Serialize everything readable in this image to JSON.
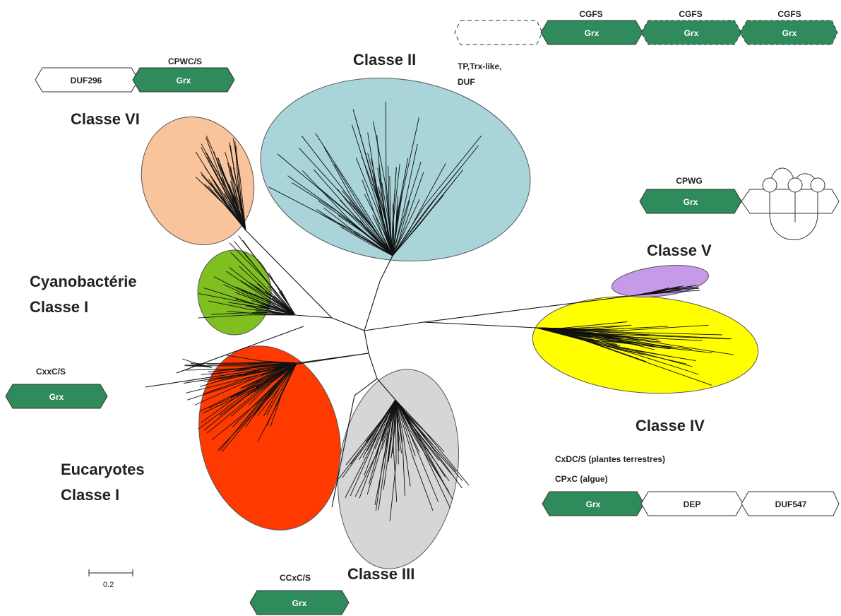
{
  "colors": {
    "grx_domain": "#2f8a5c",
    "class_I_eukaryotes": "#ff3a00",
    "class_I_cyanobacteria": "#7fbf1f",
    "class_II": "#a9d4da",
    "class_III": "#d6d6d6",
    "class_IV": "#ffff00",
    "class_V": "#c59ae8",
    "class_VI": "#f9c49b"
  },
  "classes": {
    "classe_ii": "Classe II",
    "classe_vi": "Classe VI",
    "classe_v": "Classe V",
    "classe_iv": "Classe IV",
    "classe_iii": "Classe III",
    "cyano_line1": "Cyanobactérie",
    "cyano_line2": "Classe I",
    "euk_line1": "Eucaryotes",
    "euk_line2": "Classe I"
  },
  "architectures": {
    "classe_vi": {
      "motif": "CPWC/S",
      "domains": [
        "DUF296",
        "Grx"
      ]
    },
    "classe_ii": {
      "motifs": [
        "CGFS",
        "CGFS",
        "CGFS"
      ],
      "domains": [
        "Grx",
        "Grx",
        "Grx"
      ],
      "extension_label_line1": "TP,Trx-like,",
      "extension_label_line2": "DUF"
    },
    "classe_v": {
      "motif": "CPWG",
      "domains": [
        "Grx"
      ]
    },
    "classe_i": {
      "motif": "CxxC/S",
      "domains": [
        "Grx"
      ]
    },
    "classe_iv": {
      "motif_line1": "CxDC/S (plantes terrestres)",
      "motif_line2": "CPxC (algue)",
      "domains": [
        "Grx",
        "DEP",
        "DUF547"
      ]
    },
    "classe_iii": {
      "motif": "CCxC/S",
      "domains": [
        "Grx"
      ]
    }
  },
  "scale_bar": {
    "label": "0.2"
  }
}
